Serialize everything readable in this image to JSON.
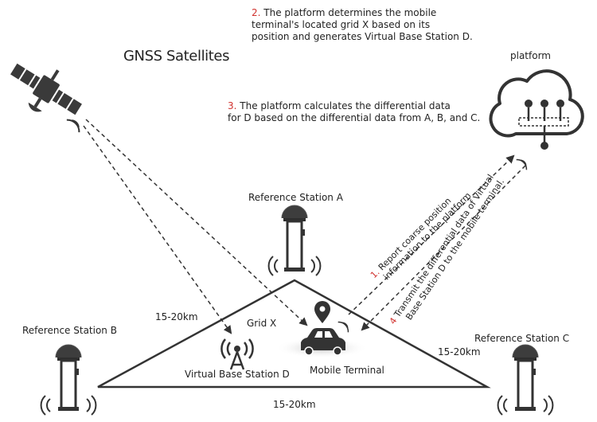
{
  "satellite_label": "GNSS Satellites",
  "platform_label": "platform",
  "steps": {
    "step2": {
      "num": "2.",
      "lines": [
        "The platform determines the mobile",
        "terminal's located grid X based on its",
        "position and generates Virtual Base Station D."
      ]
    },
    "step3": {
      "num": "3.",
      "lines": [
        "The platform calculates the differential data",
        "for D based on the differential data from A, B, and C."
      ]
    },
    "step1": {
      "num": "1.",
      "lines": [
        "Report coarse position",
        "information to the platform"
      ]
    },
    "step4": {
      "num": "4",
      "lines": [
        "Transmit the differential data of Virtual",
        "Base Station D to the mobile terminal."
      ]
    }
  },
  "stations": {
    "a": "Reference Station A",
    "b": "Reference Station B",
    "c": "Reference Station C"
  },
  "grid_label": "Grid X",
  "virtual_station_label": "Virtual Base Station D",
  "mobile_terminal_label": "Mobile Terminal",
  "distances": {
    "left": "15-20km",
    "right": "15-20km",
    "bottom": "15-20km"
  },
  "icons": [
    "satellite-icon",
    "cloud-platform-icon",
    "reference-station-icon",
    "antenna-tower-icon",
    "car-icon",
    "location-pin-icon",
    "signal-waves-icon"
  ]
}
